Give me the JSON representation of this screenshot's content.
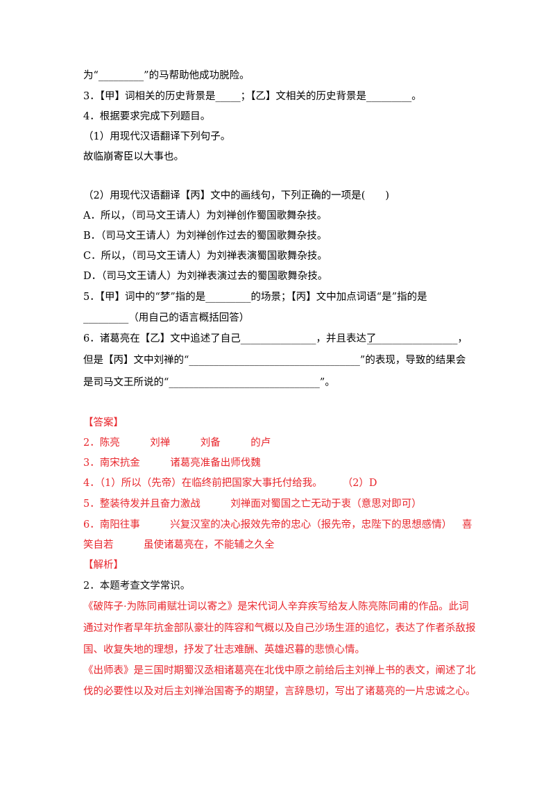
{
  "questions": {
    "q2_tail": "为“_________”的马帮助他成功脱险。",
    "q3": "3．【甲】词相关的历史背景是_____；【乙】文相关的历史背景是_________。",
    "q4": "4．根据要求完成下列题目。",
    "q4_1": "（1）用现代汉语翻译下列句子。",
    "q4_1_text": "故临崩寄臣以大事也。",
    "q4_2": "（2）用现代汉语翻译【丙】文中的画线句，下列正确的一项是(　　)",
    "q4_2_a": "A．所以，（司马文王请人）为刘禅创作蜀国歌舞杂技。",
    "q4_2_b": "B．（司马文王请人）为刘禅创作过去的蜀国歌舞杂技。",
    "q4_2_c": "C．所以，（司马文王请人）为刘禅表演蜀国歌舞杂技。",
    "q4_2_d": "D．（司马文王请人）为刘禅表演过去的蜀国歌舞杂技。",
    "q5_line1": "5．【甲】词中的“梦”指的是_________的场景；【丙】文中加点词语“是”指的是",
    "q5_line2": "_________（用自己的语言概括回答）",
    "q6_line1a": "6．诸葛亮在【乙】文中追述了自己_______________，并且表达了",
    "q6_line1b": "__________________，",
    "q6_line2": "但是【丙】文中刘禅的“__________________________________”的表现，导致的结果会",
    "q6_line3": "是司马文王所说的“______________________________”。"
  },
  "answer": {
    "header": "【答案】",
    "a2": "2．陈亮　　　刘禅　　　刘备　　　的卢",
    "a3": "3．南宋抗金　　　诸葛亮准备出师伐魏",
    "a4": "4．（1）所以（先帝）在临终前把国家大事托付给我。　　　（2）D",
    "a5": "5．整装待发并且奋力激战　　　刘禅面对蜀国之亡无动于衷（意思对即可）",
    "a6_line1": "6．南阳往事　　　兴复汉室的决心报效先帝的忠心（报先帝，忠陛下的思想感情）",
    "a6_line1_end": "喜",
    "a6_line2": "笑自若　　　虽使诸葛亮在，不能辅之久全"
  },
  "analysis": {
    "header": "【解析】",
    "a2_title": "2．本题考查文学常识。",
    "p1_l1": "《破阵子·为陈同甫赋壮词以寄之》是宋代词人辛弃疾写给友人陈亮陈同甫的作品。此词",
    "p1_l2": "通过对作者早年抗金部队豪壮的阵容和气概以及自己沙场生涯的追忆，表达了作者杀敌报",
    "p1_l3": "国、收复失地的理想，抒发了壮志难酬、英雄迟暮的悲愤心情。",
    "p2_l1": "《出师表》是三国时期蜀汉丞相诸葛亮在北伐中原之前给后主刘禅上书的表文，阐述了北",
    "p2_l2": "伐的必要性以及对后主刘禅治国寄予的期望，言辞恳切，写出了诸葛亮的一片忠诚之心。"
  }
}
